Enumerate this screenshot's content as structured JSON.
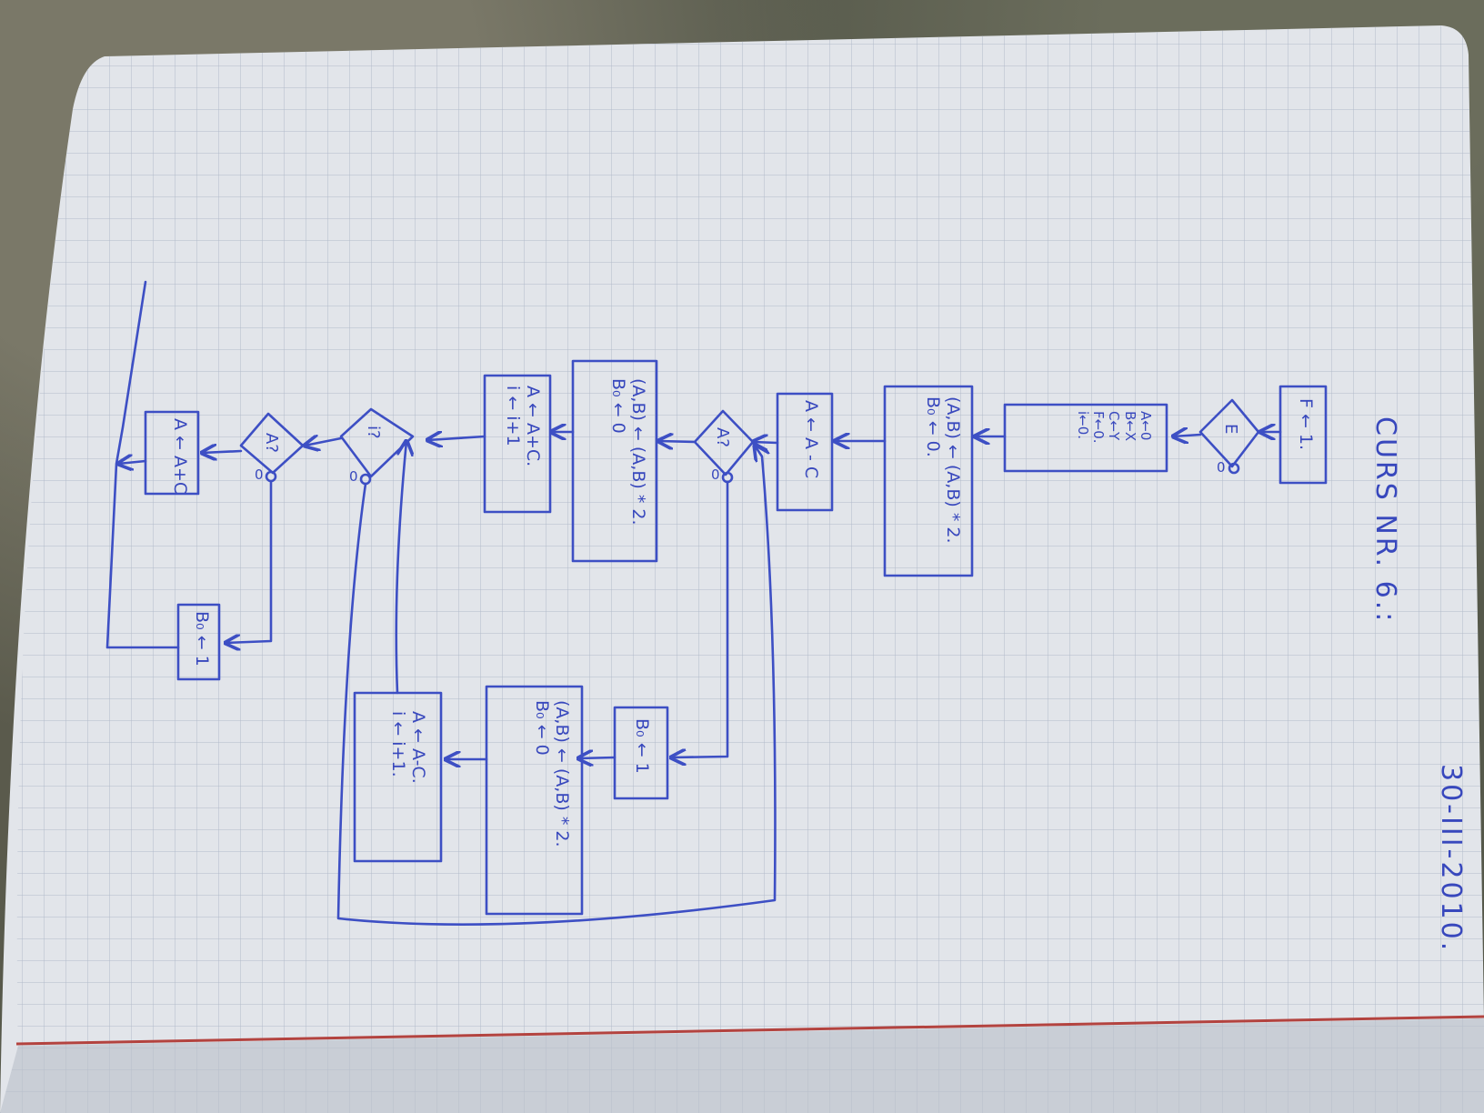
{
  "notebook": {
    "title": "CURS NR. 6.:",
    "date": "30-III-2010."
  },
  "blocks": {
    "f_init": "F ← 1.",
    "decision_e": "E",
    "decision_e_out": "0",
    "init_regs": "A←0\nB←X\nC←Y\nF←0.\ni←0.",
    "shift_1": "(A,B) ← (A,B) * 2.\nB₀ ← 0.",
    "sub_c": "A ← A - C",
    "decision_a_1": "A?",
    "decision_a_1_out": "0",
    "shift_2": "(A,B) ← (A,B) * 2.\nB₀ ← 0",
    "add_c": "A ← A+C.\ni ← i+1",
    "decision_i": "i?",
    "decision_i_out": "0",
    "decision_a_2": "A?",
    "decision_a_2_out": "0",
    "final_add": "A ← A+C",
    "final_b0": "B₀ ← 1",
    "lower_b0": "B₀ ← 1",
    "shift_3": "(A,B) ← (A,B) * 2.\nB₀ ← 0",
    "sub_c_inc": "A ← A-C.\ni ← i+1."
  },
  "colors": {
    "ink": "#3d4fc4",
    "paper": "#dfe3e8",
    "grid": "#aab3c4"
  }
}
